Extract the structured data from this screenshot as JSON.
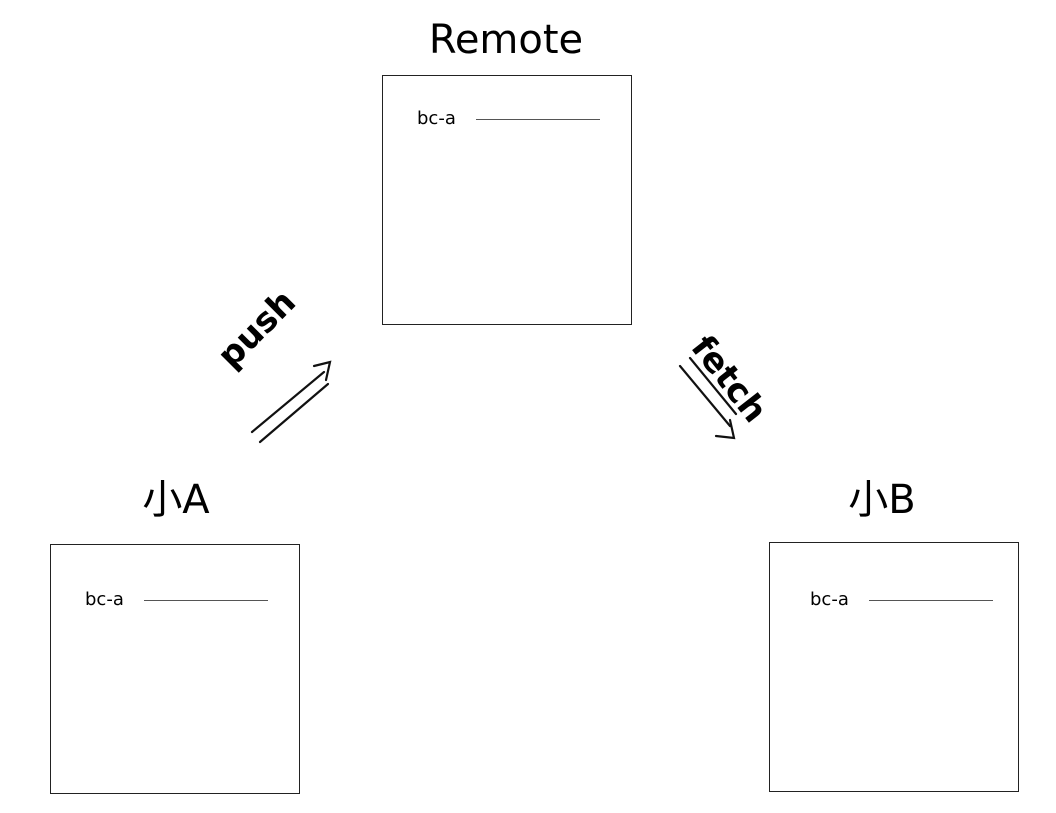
{
  "remote": {
    "title": "Remote",
    "branch": "bc-a"
  },
  "user_a": {
    "title": "小A",
    "branch": "bc-a"
  },
  "user_b": {
    "title": "小B",
    "branch": "bc-a"
  },
  "actions": {
    "push": "push",
    "fetch": "fetch"
  }
}
